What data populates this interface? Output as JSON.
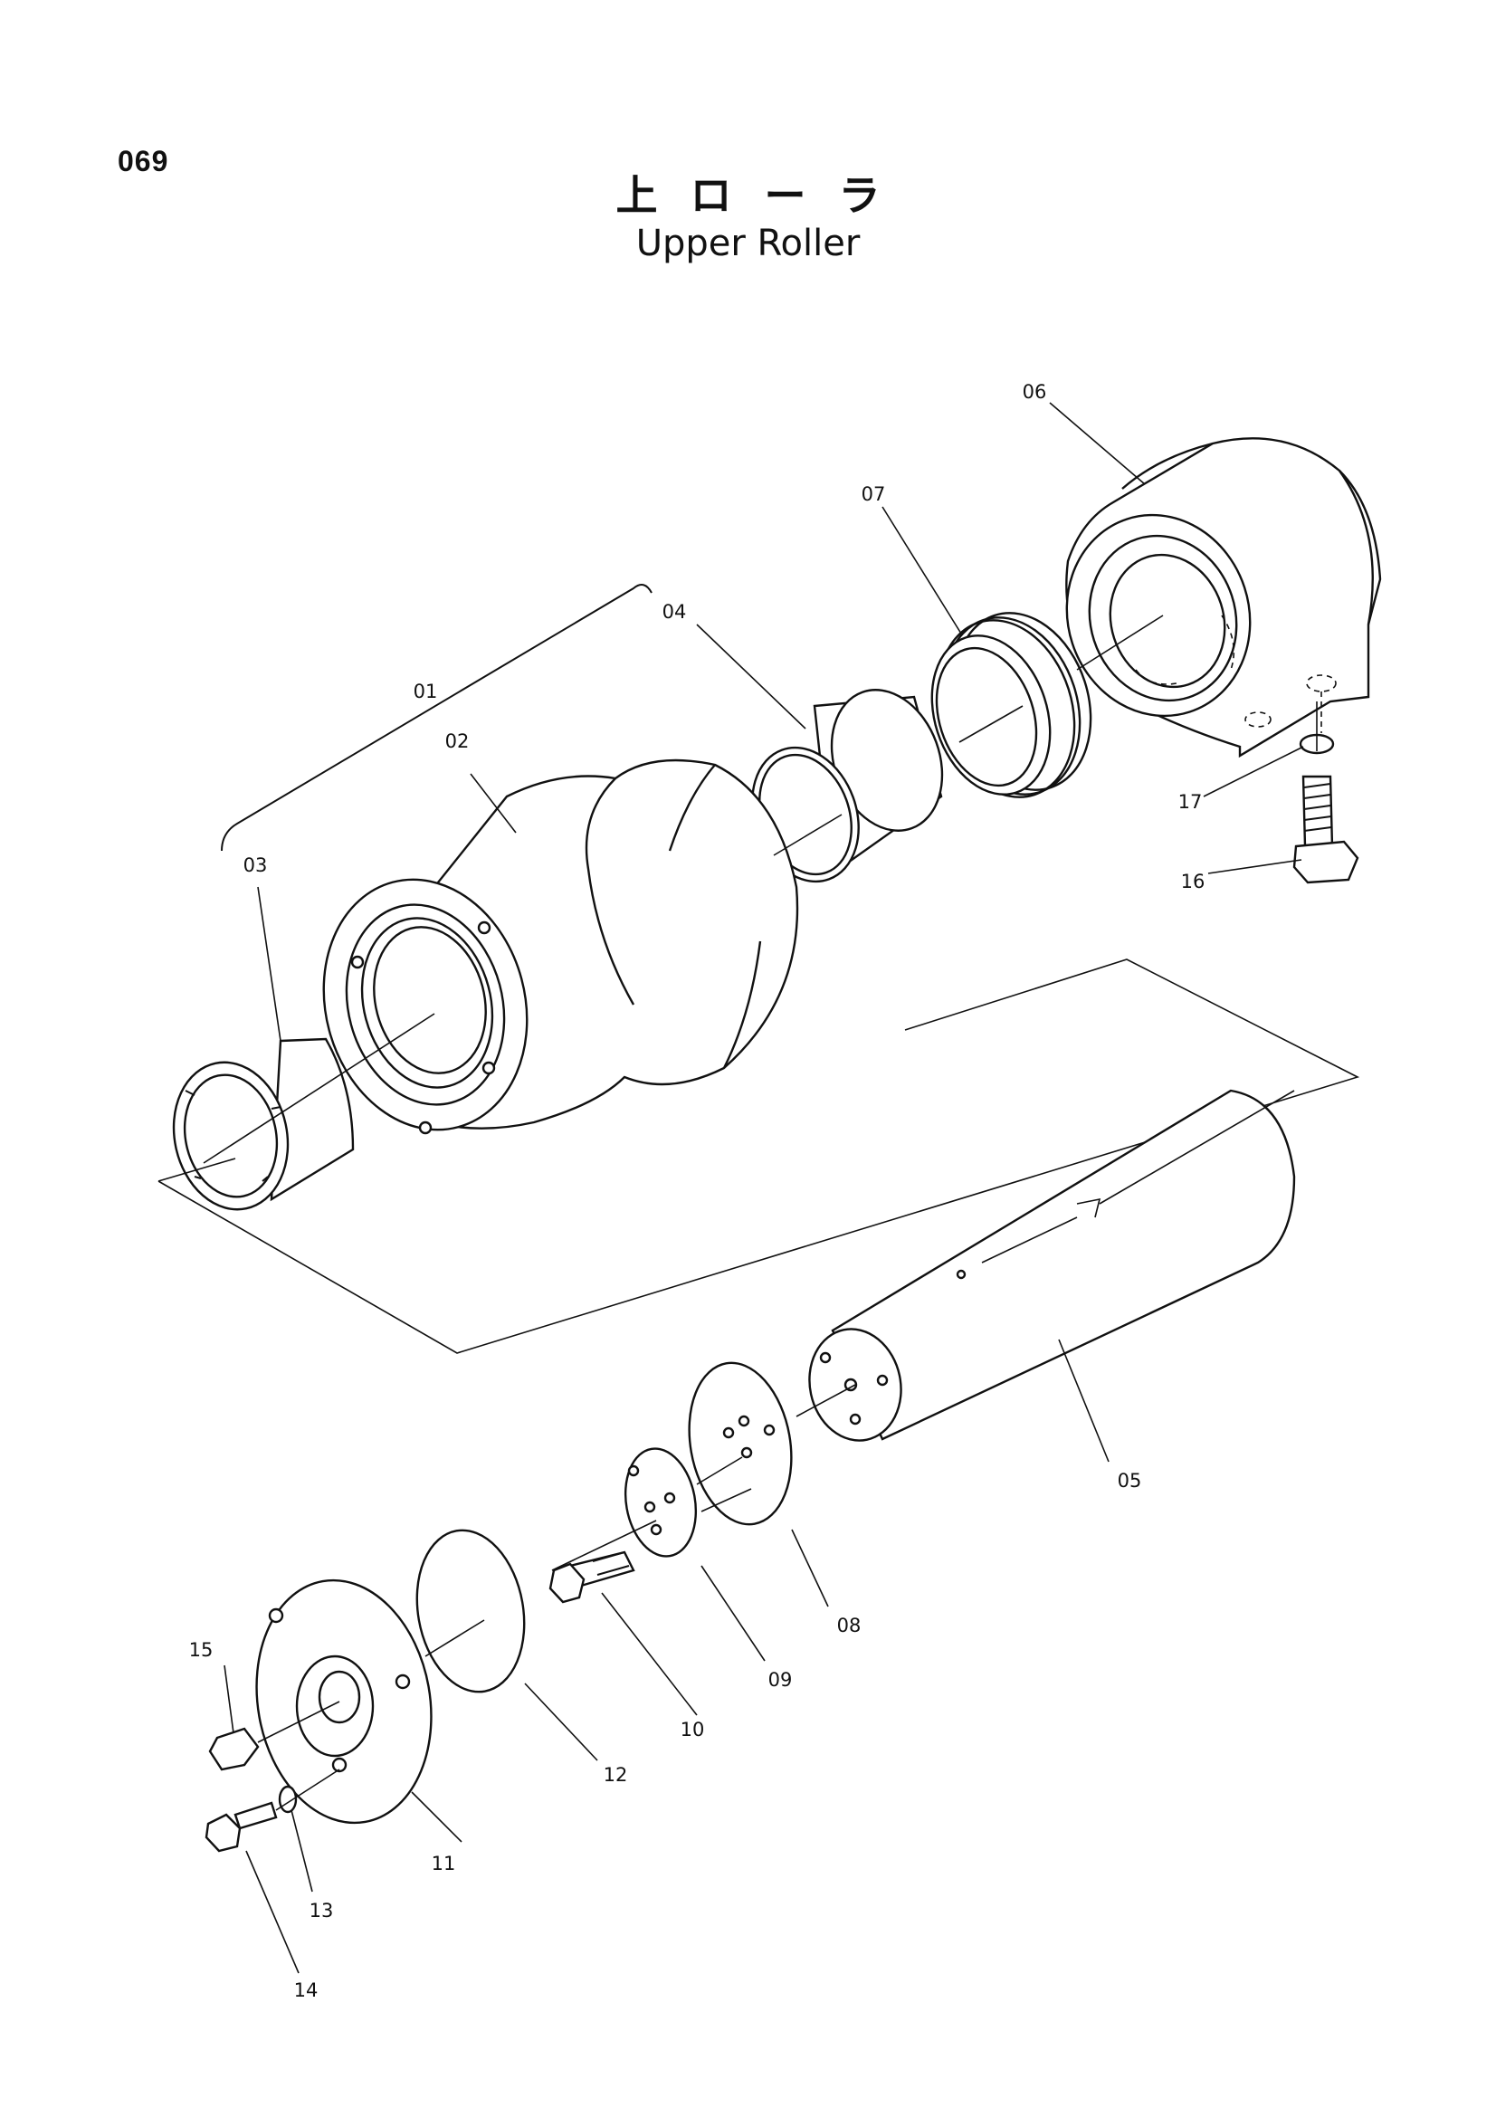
{
  "page_number": "069",
  "title": {
    "japanese": "上ローラ",
    "english": "Upper Roller"
  },
  "part_labels": [
    "01",
    "02",
    "03",
    "04",
    "05",
    "06",
    "07",
    "08",
    "09",
    "10",
    "11",
    "12",
    "13",
    "14",
    "15",
    "16",
    "17"
  ]
}
